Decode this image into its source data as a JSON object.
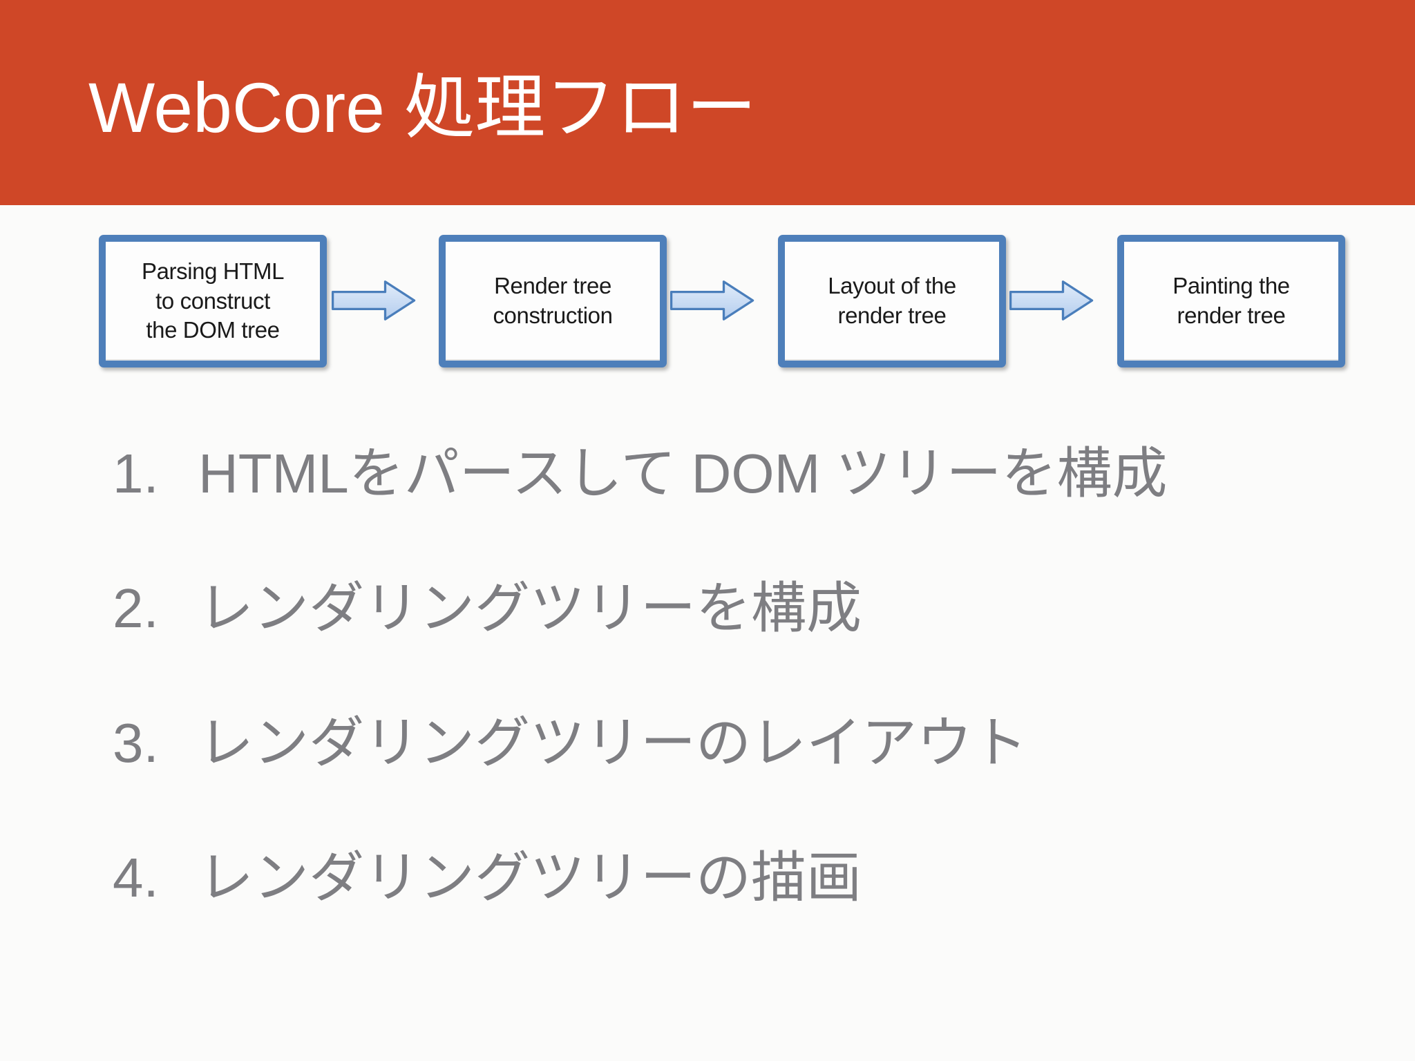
{
  "slide": {
    "title": "WebCore 処理フロー"
  },
  "flow": {
    "boxes": [
      {
        "lines": [
          "Parsing HTML",
          "to construct",
          "the DOM tree"
        ]
      },
      {
        "lines": [
          "Render tree",
          "construction"
        ]
      },
      {
        "lines": [
          "Layout of the",
          "render tree"
        ]
      },
      {
        "lines": [
          "Painting the",
          "render tree"
        ]
      }
    ],
    "arrow_icon": "right-block-arrow"
  },
  "steps": [
    {
      "num": "1.",
      "text": "HTMLをパースして DOM ツリーを構成"
    },
    {
      "num": "2.",
      "text": "レンダリングツリーを構成"
    },
    {
      "num": "3.",
      "text": "レンダリングツリーのレイアウト"
    },
    {
      "num": "4.",
      "text": "レンダリングツリーの描画"
    }
  ],
  "colors": {
    "header_band": "#CF4727",
    "title_text": "#FFFFFF",
    "box_border": "#4E7FBA",
    "box_fill": "#FDFDFD",
    "box_text": "#1A1A1A",
    "arrow_fill_top": "#DEEAF9",
    "arrow_fill_bottom": "#B9D0EE",
    "arrow_stroke": "#4A7EBB",
    "list_text": "#7E7E82",
    "background": "#FBFBFA"
  }
}
